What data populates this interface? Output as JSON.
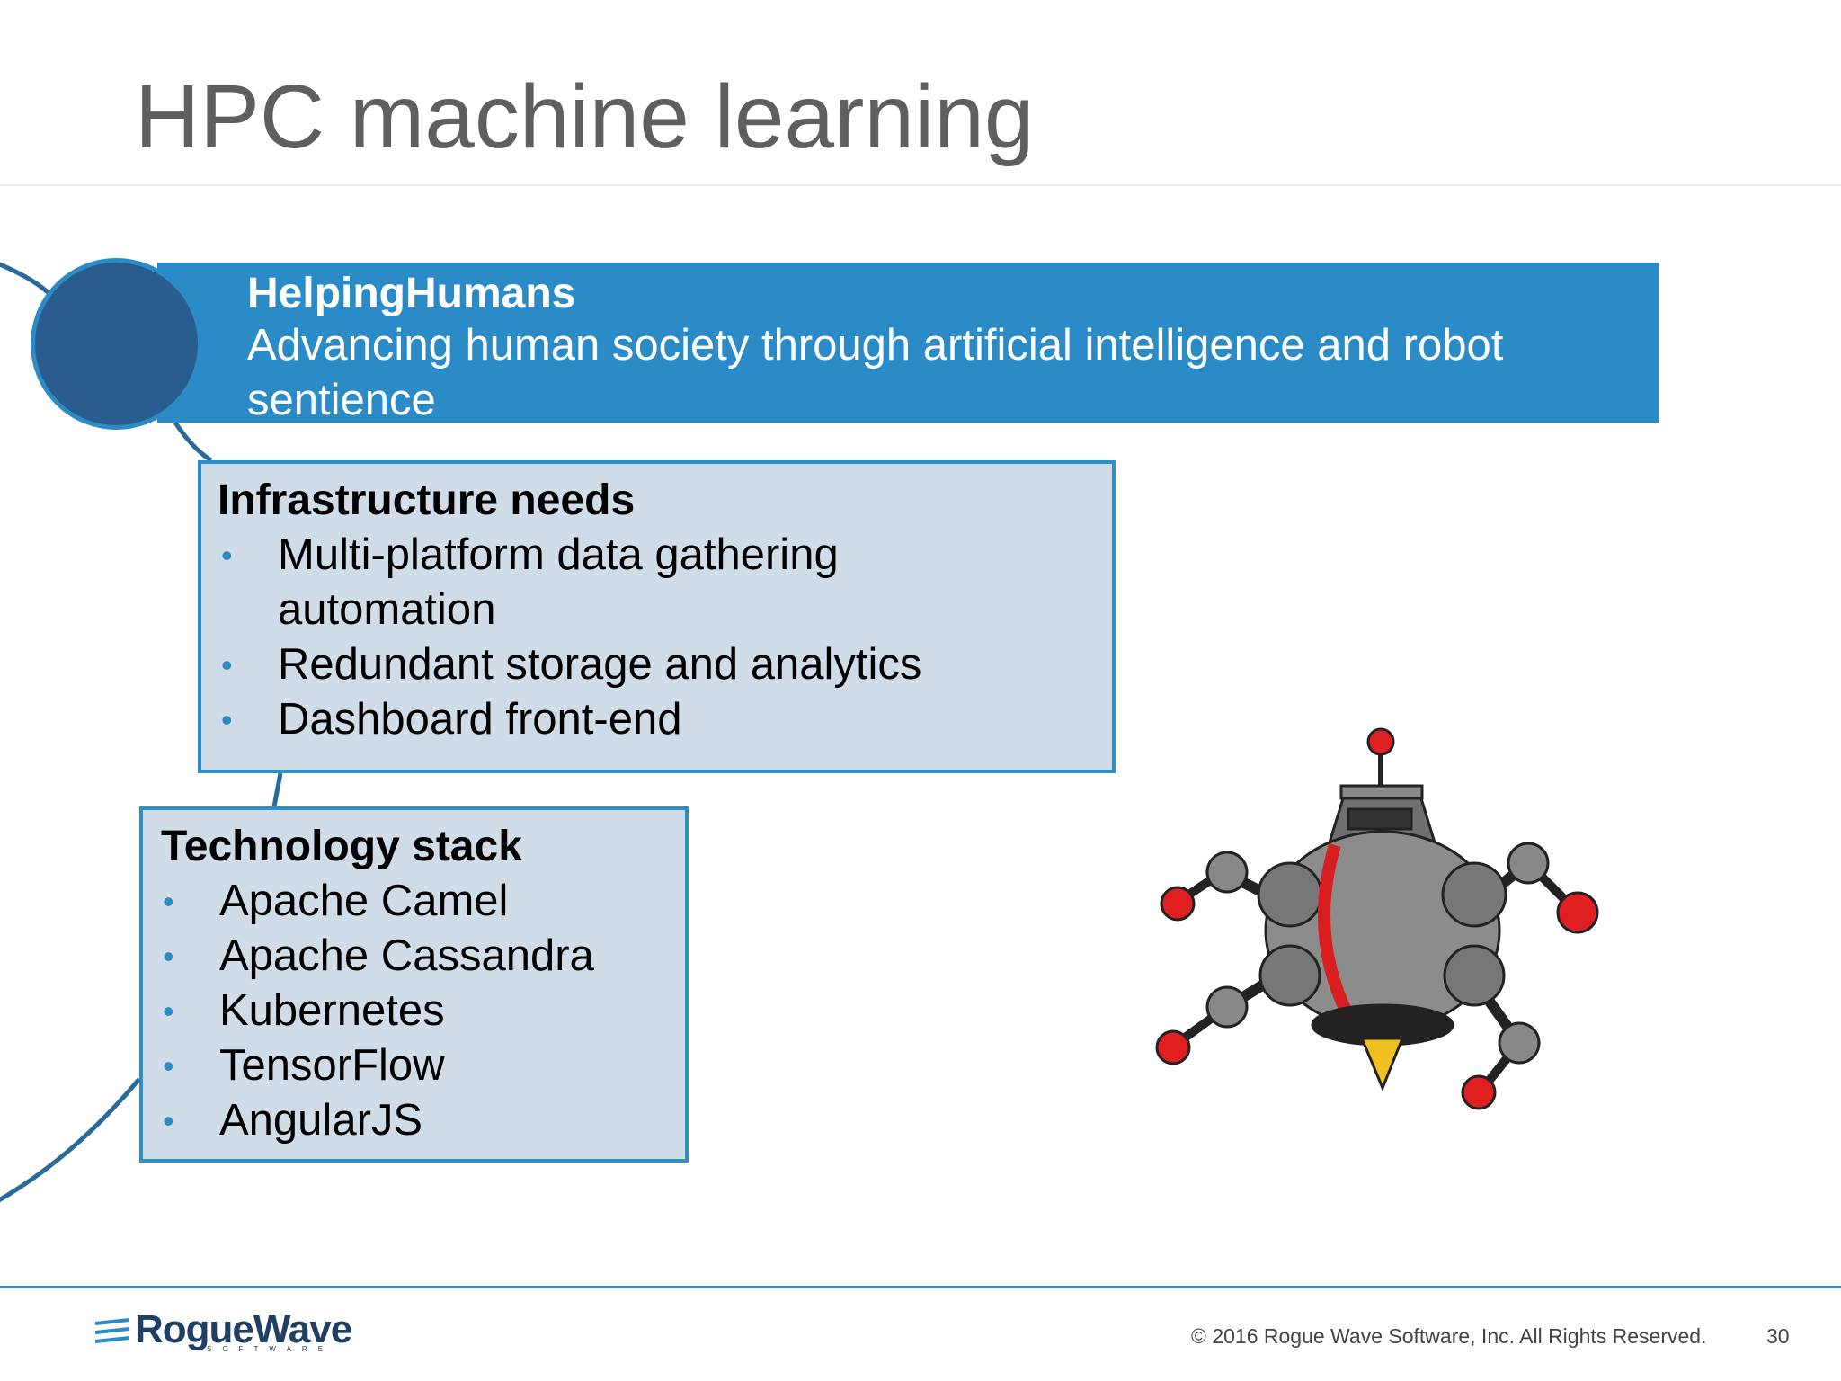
{
  "slide": {
    "title": "HPC machine learning"
  },
  "banner": {
    "title": "HelpingHumans",
    "text": "Advancing human society through artificial intelligence and robot sentience"
  },
  "infrastructure": {
    "title": "Infrastructure needs",
    "items": [
      "Multi-platform data gathering automation",
      "Redundant storage and analytics",
      "Dashboard front-end"
    ]
  },
  "technology": {
    "title": "Technology stack",
    "items": [
      "Apache Camel",
      "Apache Cassandra",
      "Kubernetes",
      "TensorFlow",
      "AngularJS"
    ]
  },
  "footer": {
    "logo_text": "RogueWave",
    "logo_sub": "SOFTWARE",
    "copyright": "© 2016 Rogue Wave Software, Inc. All Rights Reserved.",
    "page_number": "30"
  },
  "colors": {
    "accent": "#2a8bc6",
    "circle": "#2a5d8e",
    "box_fill": "#d0dce8",
    "title_text": "#5f5f5f"
  },
  "icons": {
    "bullet": "•",
    "robot": "robot-illustration",
    "logo": "roguewave-logo"
  }
}
